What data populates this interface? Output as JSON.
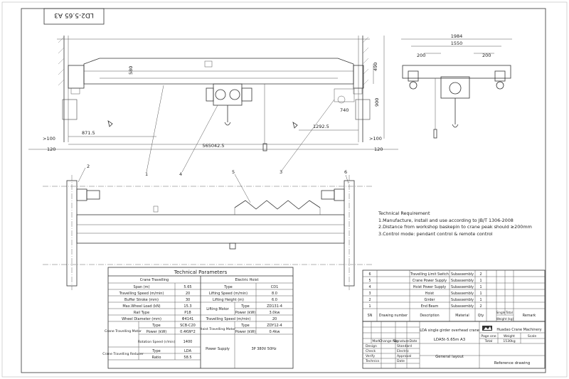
{
  "drawing": {
    "code": "LD2-5.65 A3",
    "dims": {
      "span": "565042.5",
      "left_end": "871.5",
      "right_end": "1292.5",
      "left_gap": "120",
      "right_gap": "120",
      "left_clear": ">100",
      "right_clear": ">100",
      "girder_height": "580",
      "rail_height": "490",
      "hook_height": "900",
      "hoist_offset": "740",
      "side_total": "1984",
      "side_inner": "1550",
      "side_left": "200",
      "side_right": "200"
    },
    "callouts": [
      "1",
      "4",
      "3",
      "2",
      "5",
      "6"
    ]
  },
  "requirements": {
    "title": "Technical Requirement",
    "lines": [
      "1.Manufacture, install and use according to JB/T 1306-2008",
      "2.Distance from workshop baskepin to crane peak should ≥200mm",
      "3.Control mode: pendant control & remote control"
    ]
  },
  "params": {
    "title": "Technical Parameters",
    "crane_header": "Crane Travelling",
    "hoist_header": "Electric Hoist",
    "left_rows": [
      [
        "Span (m)",
        "5.65"
      ],
      [
        "Travelling Speed (m/min)",
        "20"
      ],
      [
        "Buffer Stroke (mm)",
        "30"
      ],
      [
        "Max.Wheel Load (kN)",
        "15.3"
      ],
      [
        "Rail Type",
        "P18"
      ],
      [
        "Wheel Diameter (mm)",
        "Φ4141"
      ]
    ],
    "motor_group": "Crane Travelling Motor",
    "motor_rows": [
      [
        "Type",
        "SCB-C20"
      ],
      [
        "Power (kW)",
        "0.4KW*2"
      ],
      [
        "Rotation Speed (r/min)",
        "1400"
      ]
    ],
    "reducer_group": "Crane Travelling Reducer",
    "reducer_rows": [
      [
        "Type",
        "LDA"
      ],
      [
        "Ratio",
        "58.5"
      ]
    ],
    "right_rows": [
      [
        "Type",
        "CD1"
      ],
      [
        "Lifting Speed (m/min)",
        "8.0"
      ],
      [
        "Lifting Height (m)",
        "6.0"
      ]
    ],
    "lift_group": "Lifting Motor",
    "lift_rows": [
      [
        "Type",
        "ZD131-4"
      ],
      [
        "Power (kW)",
        "3.0kw"
      ]
    ],
    "hoist_speed": [
      "Travelling Speed (m/min)",
      "20"
    ],
    "hoist_motor_group": "Hoist Travelling Motor",
    "hoist_motor_rows": [
      [
        "Type",
        "ZDY12-4"
      ],
      [
        "Power (kW)",
        "0.4kw"
      ]
    ],
    "power_label": "Power Supply",
    "power_value": "3P 380V 50Hz"
  },
  "bom": {
    "rows": [
      [
        "6",
        "",
        "Travelling Limit Switch",
        "Subassembly",
        "2"
      ],
      [
        "5",
        "",
        "Crane Power Supply",
        "Subassembly",
        "1"
      ],
      [
        "4",
        "",
        "Hoist Power Supply",
        "Subassembly",
        "1"
      ],
      [
        "3",
        "",
        "Hoist",
        "Subassembly",
        "1"
      ],
      [
        "2",
        "",
        "Girder",
        "Subassembly",
        "1"
      ],
      [
        "1",
        "",
        "End Beam",
        "Subassembly",
        "2"
      ]
    ],
    "header": [
      "SN",
      "Drawing number",
      "Description",
      "Material",
      "Qty",
      "Single",
      "Total",
      "Remark"
    ],
    "weight_label": "Weight (kg)"
  },
  "title_block": {
    "product": "LDA single girder overhead crane",
    "company": "Huadao Crane Machinery",
    "drawing_code": "LDA5t-5.65m A3",
    "page_label": "Page one",
    "weight_label": "Weight",
    "scale_label": "Scale",
    "total_label": "Total",
    "total_weight": "1530kg",
    "general_layout": "General layout",
    "reference": "Reference drawing",
    "revision_cols": [
      "Mark",
      "Change file",
      "Signature",
      "Date"
    ],
    "sign_rows": [
      [
        "Design",
        "Standard"
      ],
      [
        "Check",
        "Electric"
      ],
      [
        "Verify",
        "Approval"
      ],
      [
        "Technics",
        "Date"
      ]
    ]
  }
}
